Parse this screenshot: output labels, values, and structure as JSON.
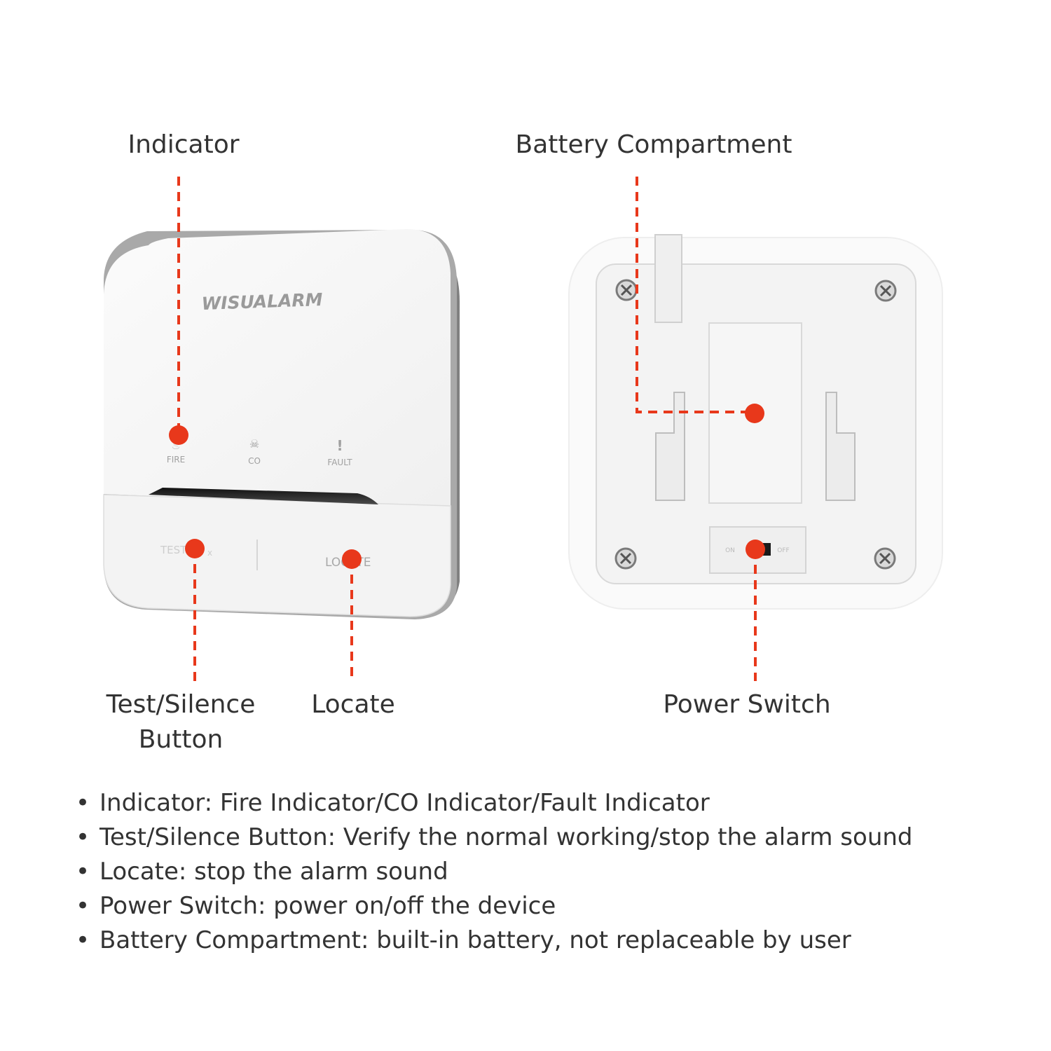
{
  "callouts": {
    "indicator": "Indicator",
    "battery_compartment": "Battery Compartment",
    "test_silence_line1": "Test/Silence",
    "test_silence_line2": "Button",
    "locate": "Locate",
    "power_switch": "Power Switch"
  },
  "device_front": {
    "brand": "WISUALARM",
    "indicators": [
      "FIRE",
      "CO",
      "FAULT"
    ],
    "buttons": {
      "test": "TEST",
      "test_suffix": "x",
      "locate": "LOCATE"
    }
  },
  "device_back": {
    "switch_on": "ON",
    "switch_off": "OFF"
  },
  "descriptions": [
    "Indicator: Fire Indicator/CO Indicator/Fault Indicator",
    "Test/Silence Button: Verify the normal working/stop the alarm sound",
    "Locate: stop the alarm sound",
    "Power Switch: power on/off the device",
    "Battery Compartment: built-in battery, not replaceable by user"
  ],
  "colors": {
    "accent": "#E8381B",
    "text": "#333333",
    "device": "#F7F7F7",
    "device_edge": "#9E9E9E"
  }
}
